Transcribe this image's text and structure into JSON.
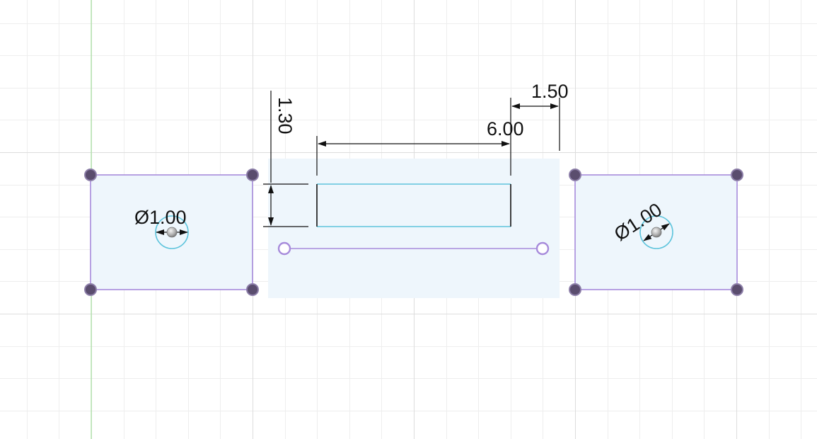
{
  "dimensions": {
    "slot_length": "6.00",
    "offset": "1.50",
    "height": "1.30",
    "left_diameter": "Ø1.00",
    "right_diameter": "Ø1.00"
  },
  "colors": {
    "grid_major": "#dddddd",
    "grid_minor": "#eeeeee",
    "axis_green": "#a8e3a0",
    "profile_fill": "#eef6fc",
    "sketch_line": "#a78bdb",
    "selected_line": "#5ec4dc",
    "point": "#5a4d6e",
    "dimension": "#111111"
  },
  "icons": {
    "sketch_point": "filled-circle",
    "open_endpoint": "hollow-circle",
    "center_point": "gray-sphere"
  }
}
